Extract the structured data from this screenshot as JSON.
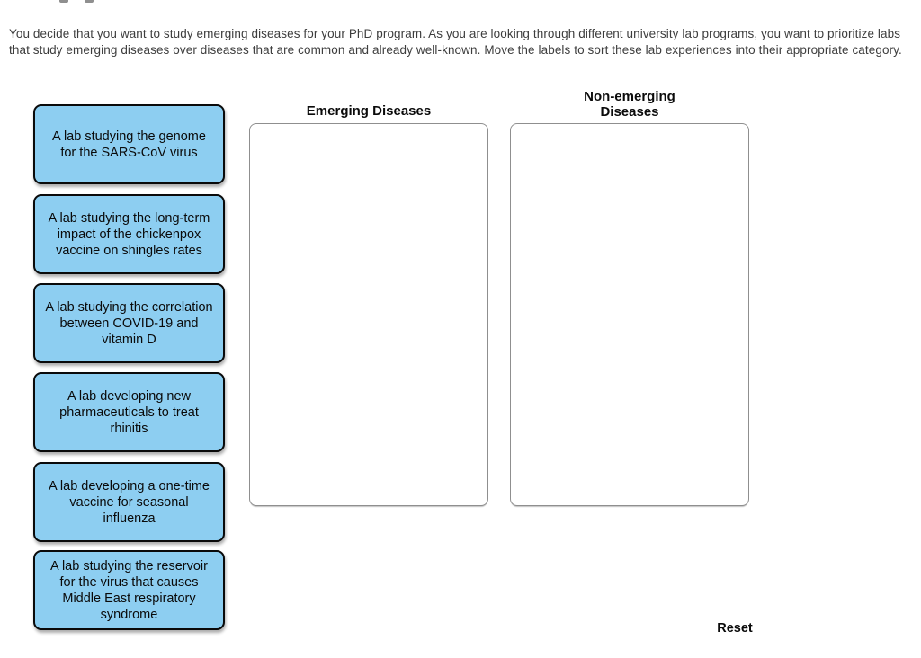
{
  "instructions": {
    "text": "You decide that you want to study emerging diseases for your PhD program. As you are looking through different university lab programs, you want to prioritize labs that study emerging diseases over diseases that are common and already well-known. Move the labels to sort these lab experiences into their appropriate category."
  },
  "labels": [
    {
      "text": "A lab studying the genome for the SARS-CoV virus"
    },
    {
      "text": "A lab studying the long-term impact of the chickenpox vaccine on shingles rates"
    },
    {
      "text": "A lab studying the correlation between COVID-19 and vitamin D"
    },
    {
      "text": "A lab developing new pharmaceuticals to treat rhinitis"
    },
    {
      "text": "A lab developing a one-time vaccine for seasonal influenza"
    },
    {
      "text": "A lab studying the reservoir for the virus that causes Middle East respiratory syndrome"
    }
  ],
  "categories": [
    {
      "title": "Emerging Diseases",
      "title_lines": [
        "Emerging Diseases"
      ]
    },
    {
      "title": "Non-emerging Diseases",
      "title_lines": [
        "Non-emerging",
        "Diseases"
      ]
    }
  ],
  "reset_label": "Reset",
  "colors": {
    "label_bg": "#8dcef1",
    "label_border": "#0a0a0a",
    "dropzone_border": "#8f8f8f"
  }
}
